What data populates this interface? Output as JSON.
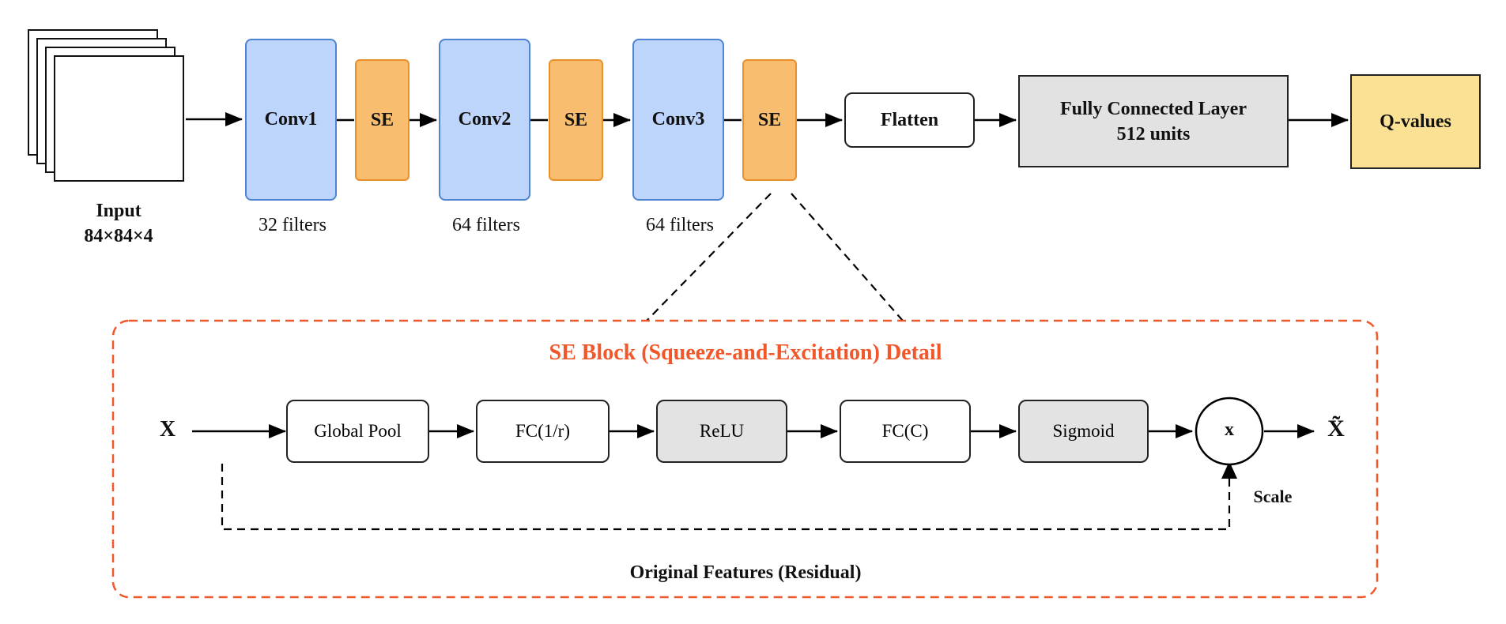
{
  "main": {
    "input_label": "Input",
    "input_shape": "84×84×4",
    "conv1": "Conv1",
    "conv2": "Conv2",
    "conv3": "Conv3",
    "se": "SE",
    "conv1_filters": "32 filters",
    "conv2_filters": "64 filters",
    "conv3_filters": "64 filters",
    "flatten": "Flatten",
    "fc_line1": "Fully Connected Layer",
    "fc_line2": "512 units",
    "qvalues": "Q-values"
  },
  "se_block": {
    "title": "SE Block (Squeeze-and-Excitation) Detail",
    "input_x": "X",
    "global_pool": "Global Pool",
    "fc_reduce": "FC(1/r)",
    "relu": "ReLU",
    "fc_c": "FC(C)",
    "sigmoid": "Sigmoid",
    "multiply": "x",
    "output_x": "X̃",
    "scale": "Scale",
    "residual": "Original Features (Residual)"
  },
  "colors": {
    "conv_fill": "#bdd4fb",
    "conv_border": "#4f83d4",
    "se_fill": "#f8bd6e",
    "se_border": "#e98f2c",
    "qvalues_fill": "#fbe193",
    "grey_fill": "#e3e3e3",
    "detail_border": "#f0572a",
    "detail_title": "#f0572a"
  }
}
